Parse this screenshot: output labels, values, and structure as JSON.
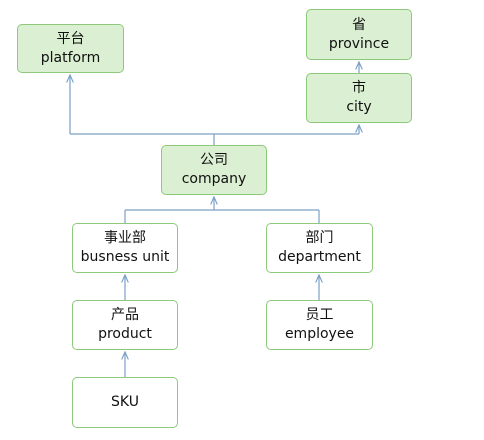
{
  "diagram": {
    "nodes": {
      "platform": {
        "zh": "平台",
        "en": "platform"
      },
      "province": {
        "zh": "省",
        "en": "province"
      },
      "city": {
        "zh": "市",
        "en": "city"
      },
      "company": {
        "zh": "公司",
        "en": "company"
      },
      "bu": {
        "zh": "事业部",
        "en": "busness unit"
      },
      "department": {
        "zh": "部门",
        "en": "department"
      },
      "product": {
        "zh": "产品",
        "en": "product"
      },
      "employee": {
        "zh": "员工",
        "en": "employee"
      },
      "sku": {
        "en": "SKU"
      }
    },
    "colors": {
      "node_fill_highlight": "#dbf0d2",
      "node_fill_plain": "#ffffff",
      "node_border": "#8cc97a",
      "connector": "#7aa0c8"
    }
  }
}
